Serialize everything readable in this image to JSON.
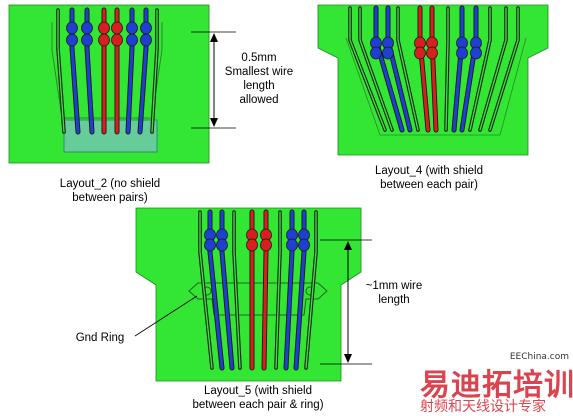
{
  "panels": [
    {
      "id": "layout2",
      "caption_lines": [
        "Layout_2 (no shield",
        "between pairs)"
      ]
    },
    {
      "id": "layout4",
      "caption_lines": [
        "Layout_4 (with shield",
        "between each pair)"
      ]
    },
    {
      "id": "layout5",
      "caption_lines": [
        "Layout_5 (with shield",
        "between each pair & ring)"
      ]
    }
  ],
  "annotations": {
    "wire_length_small": [
      "0.5mm",
      "Smallest wire",
      "length",
      "allowed"
    ],
    "wire_length_large": [
      "~1mm wire",
      "length"
    ],
    "gnd_ring": "Gnd Ring"
  },
  "watermark": {
    "brand": "易迪拓培训",
    "site": "EEChina.com",
    "subtitle": "射频和天线设计专家"
  },
  "colors": {
    "board": "#33e633",
    "board_stroke": "#1c8a1c",
    "pad": "#66cc99",
    "wire_dark": "#1a1a1a",
    "wire_blue": "#1f3fd0",
    "wire_red": "#d81e1e",
    "ring": "#226622",
    "watermark_red": "#d9343f"
  }
}
